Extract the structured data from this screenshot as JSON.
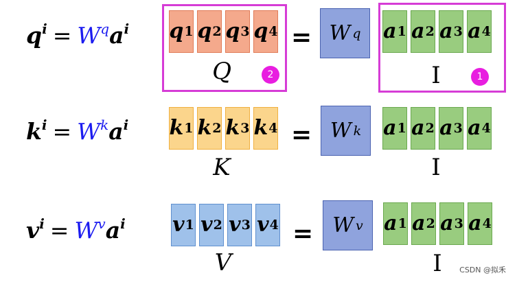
{
  "rows": [
    {
      "id": "q",
      "equation": {
        "lhs": "q",
        "lhs_sup": "i",
        "equals": "=",
        "w": "W",
        "w_sup": "q",
        "rhs": "a",
        "rhs_sup": "i"
      },
      "cells": [
        {
          "base": "q",
          "sup": "1"
        },
        {
          "base": "q",
          "sup": "2"
        },
        {
          "base": "q",
          "sup": "3"
        },
        {
          "base": "q",
          "sup": "4"
        }
      ],
      "matrix_label": "Q",
      "equals": "=",
      "weight": {
        "base": "W",
        "sup": "q"
      },
      "inputs": [
        {
          "base": "a",
          "sup": "1"
        },
        {
          "base": "a",
          "sup": "2"
        },
        {
          "base": "a",
          "sup": "3"
        },
        {
          "base": "a",
          "sup": "4"
        }
      ],
      "input_label": "I"
    },
    {
      "id": "k",
      "equation": {
        "lhs": "k",
        "lhs_sup": "i",
        "equals": "=",
        "w": "W",
        "w_sup": "k",
        "rhs": "a",
        "rhs_sup": "i"
      },
      "cells": [
        {
          "base": "k",
          "sup": "1"
        },
        {
          "base": "k",
          "sup": "2"
        },
        {
          "base": "k",
          "sup": "3"
        },
        {
          "base": "k",
          "sup": "4"
        }
      ],
      "matrix_label": "K",
      "equals": "=",
      "weight": {
        "base": "W",
        "sup": "k"
      },
      "inputs": [
        {
          "base": "a",
          "sup": "1"
        },
        {
          "base": "a",
          "sup": "2"
        },
        {
          "base": "a",
          "sup": "3"
        },
        {
          "base": "a",
          "sup": "4"
        }
      ],
      "input_label": "I"
    },
    {
      "id": "v",
      "equation": {
        "lhs": "v",
        "lhs_sup": "i",
        "equals": "=",
        "w": "W",
        "w_sup": "v",
        "rhs": "a",
        "rhs_sup": "i"
      },
      "cells": [
        {
          "base": "v",
          "sup": "1"
        },
        {
          "base": "v",
          "sup": "2"
        },
        {
          "base": "v",
          "sup": "3"
        },
        {
          "base": "v",
          "sup": "4"
        }
      ],
      "matrix_label": "V",
      "equals": "=",
      "weight": {
        "base": "W",
        "sup": "v"
      },
      "inputs": [
        {
          "base": "a",
          "sup": "1"
        },
        {
          "base": "a",
          "sup": "2"
        },
        {
          "base": "a",
          "sup": "3"
        },
        {
          "base": "a",
          "sup": "4"
        }
      ],
      "input_label": "I"
    }
  ],
  "badges": {
    "output": "2",
    "input": "1"
  },
  "colors": {
    "q_fill": "#f4a98c",
    "k_fill": "#fbd58c",
    "v_fill": "#9fc1ea",
    "a_fill": "#99cc7f",
    "w_fill": "#8fa3dd",
    "highlight": "#d63cd6",
    "badge": "#e81ee0",
    "w_text": "#1c1cf0"
  },
  "watermark": "CSDN @拟禾"
}
